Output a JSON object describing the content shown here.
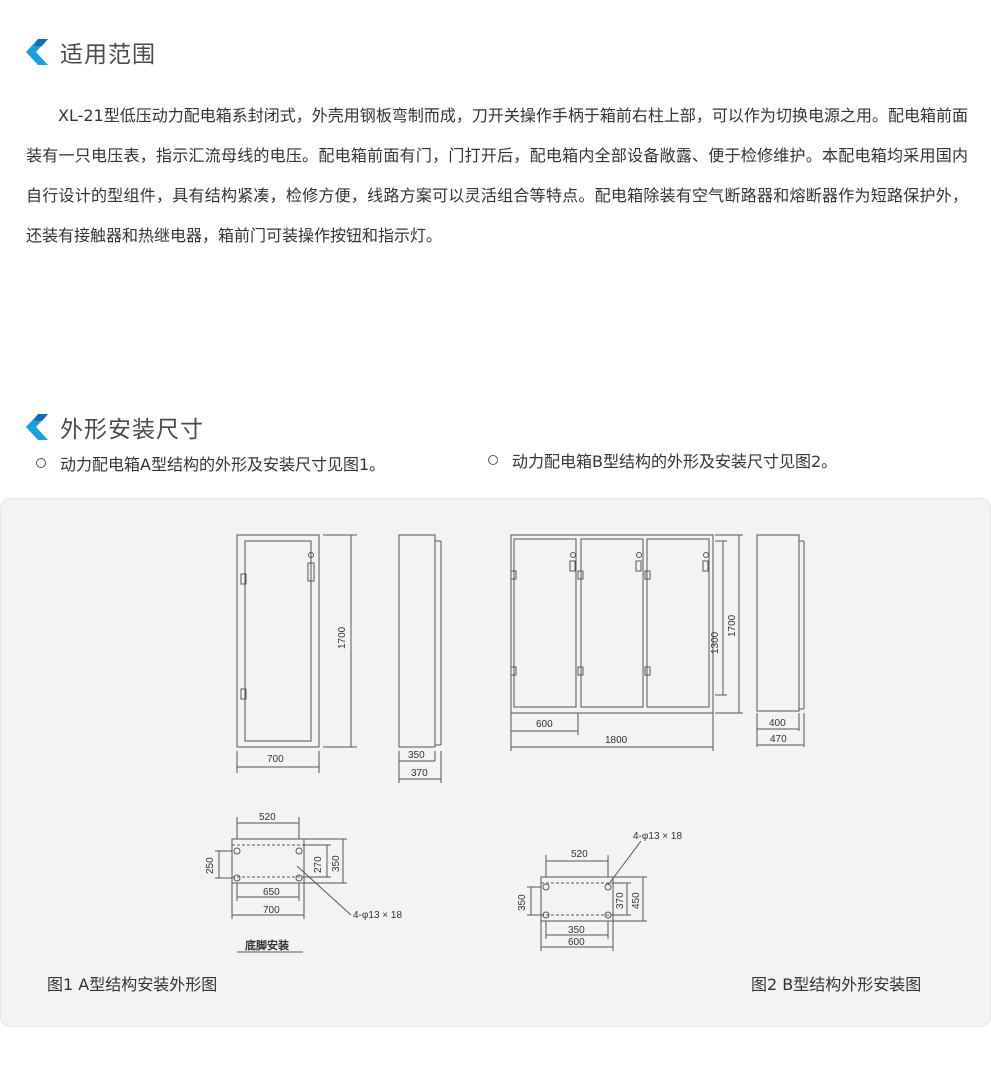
{
  "sections": [
    {
      "title": "适用范围"
    },
    {
      "title": "外形安装尺寸"
    }
  ],
  "intro": "XL-21型低压动力配电箱系封闭式，外壳用钢板弯制而成，刀开关操作手柄于箱前右柱上部，可以作为切换电源之用。配电箱前面装有一只电压表，指示汇流母线的电压。配电箱前面有门，门打开后，配电箱内全部设备敞露、便于检修维护。本配电箱均采用国内自行设计的型组件，具有结构紧凑，检修方便，线路方案可以灵活组合等特点。配电箱除装有空气断路器和熔断器作为短路保护外，还装有接触器和热继电器，箱前门可装操作按钮和指示灯。",
  "bullets": [
    "动力配电箱A型结构的外形及安装尺寸见图1。",
    "动力配电箱B型结构的外形及安装尺寸见图2。"
  ],
  "figure": {
    "captions": [
      "图1  A型结构安装外形图",
      "图2  B型结构外形安装图"
    ],
    "dims_a": {
      "height": "1700",
      "width": "700",
      "side_350": "350",
      "side_370": "370",
      "foot_520": "520",
      "foot_250": "250",
      "foot_270": "270",
      "foot_350": "350",
      "foot_650": "650",
      "foot_700": "700",
      "hole": "4-φ13 × 18",
      "foot_label": "底脚安装"
    },
    "dims_b": {
      "height_1300": "1300",
      "height_1700": "1700",
      "w_600": "600",
      "w_1800": "1800",
      "side_400": "400",
      "side_470": "470",
      "hole": "4-φ13 × 18",
      "foot_520": "520",
      "foot_350v": "350",
      "foot_370": "370",
      "foot_450": "450",
      "foot_350h": "350",
      "foot_600": "600"
    }
  },
  "colors": {
    "accent": "#1aa0dc",
    "accent_dark": "#0f6fae",
    "panel_bg": "#f3f3f3"
  }
}
